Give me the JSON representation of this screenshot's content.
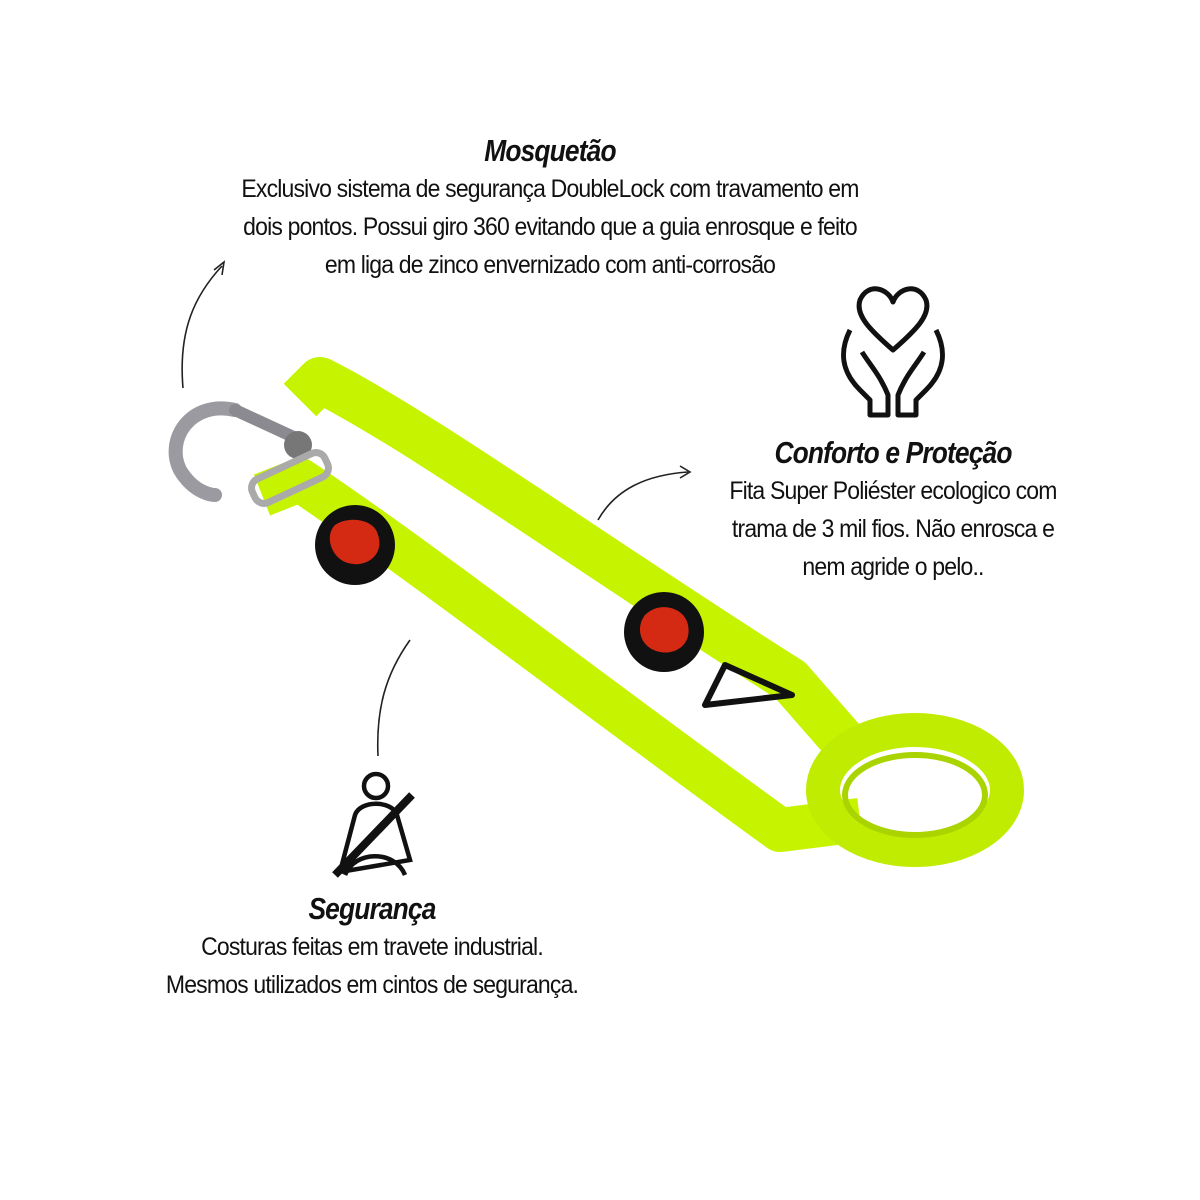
{
  "colors": {
    "strap": "#c6f400",
    "strap_shade": "#a9d400",
    "badge": "#111111",
    "logo": "#d42a14",
    "metal": "#b8b8bc"
  },
  "features": [
    {
      "icon": "carabiner",
      "title": "Mosquetão",
      "lines": [
        "Exclusivo sistema de segurança DoubleLock com travamento em",
        "dois pontos. Possui giro 360 evitando que a guia enrosque e feito",
        "em liga de zinco envernizado com anti-corrosão"
      ]
    },
    {
      "icon": "hands-heart-icon",
      "title": "Conforto e Proteção",
      "lines": [
        "Fita Super Poliéster ecologico com",
        "trama de 3 mil fios. Não enrosca e",
        "nem agride o pelo.."
      ]
    },
    {
      "icon": "seatbelt-icon",
      "title": "Segurança",
      "lines": [
        "Costuras feitas em travete industrial.",
        "Mesmos utilizados em cintos de segurança."
      ]
    }
  ]
}
